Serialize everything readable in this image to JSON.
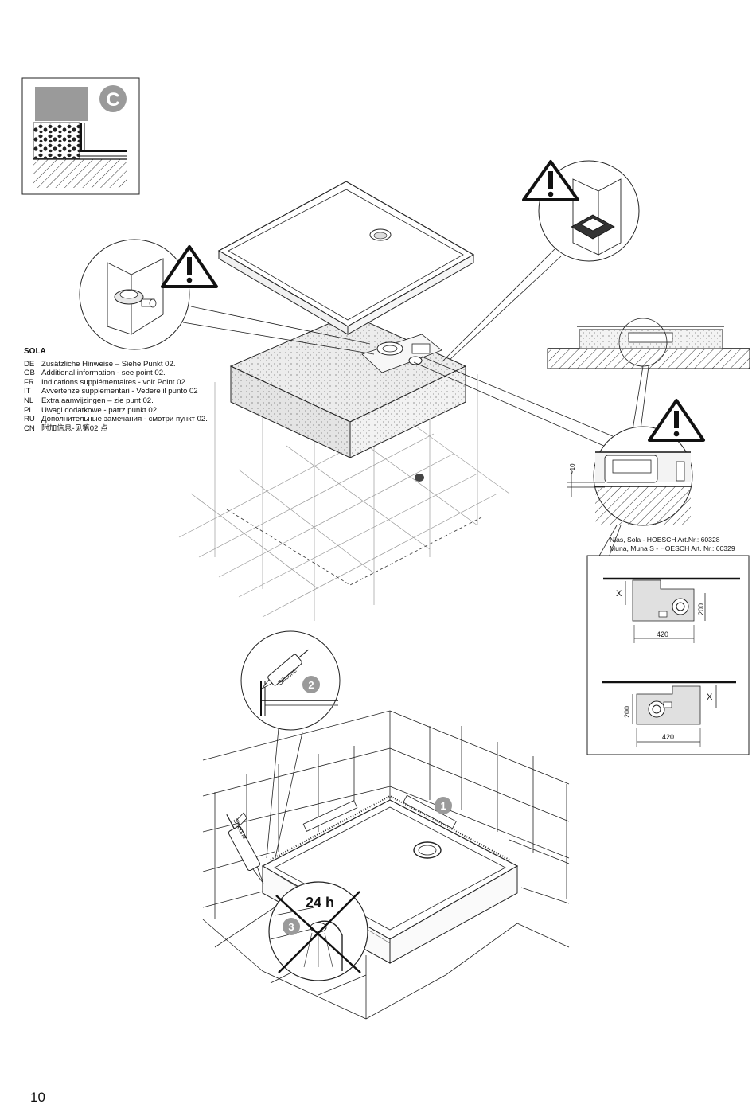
{
  "badges": {
    "step_c": "C",
    "step_1": "1",
    "step_2": "2",
    "step_3": "3"
  },
  "labels": {
    "silicone": "Silicone",
    "cure_time": "24 h",
    "gap": "~10"
  },
  "lang_block": {
    "title": "SOLA",
    "rows": [
      {
        "code": "DE",
        "text": "Zusätzliche Hinweise – Siehe Punkt 02."
      },
      {
        "code": "GB",
        "text": "Additional information - see point 02."
      },
      {
        "code": "FR",
        "text": "Indications supplémentaires - voir Point 02"
      },
      {
        "code": "IT",
        "text": "Avvertenze supplementari - Vedere il punto 02"
      },
      {
        "code": "NL",
        "text": "Extra aanwijzingen – zie punt 02."
      },
      {
        "code": "PL",
        "text": "Uwagi dodatkowe - patrz punkt 02."
      },
      {
        "code": "RU",
        "text": "Дополнительные замечания - смотри пункт 02."
      },
      {
        "code": "CN",
        "text": "附加信息-见第02 点"
      }
    ]
  },
  "hoesch": {
    "line1": "Nias, Sola - HOESCH Art.Nr.: 60328",
    "line2": "Muna, Muna S - HOESCH Art. Nr.: 60329"
  },
  "dims": {
    "x_label": "X",
    "height": "200",
    "width": "420"
  },
  "page_number": "10"
}
